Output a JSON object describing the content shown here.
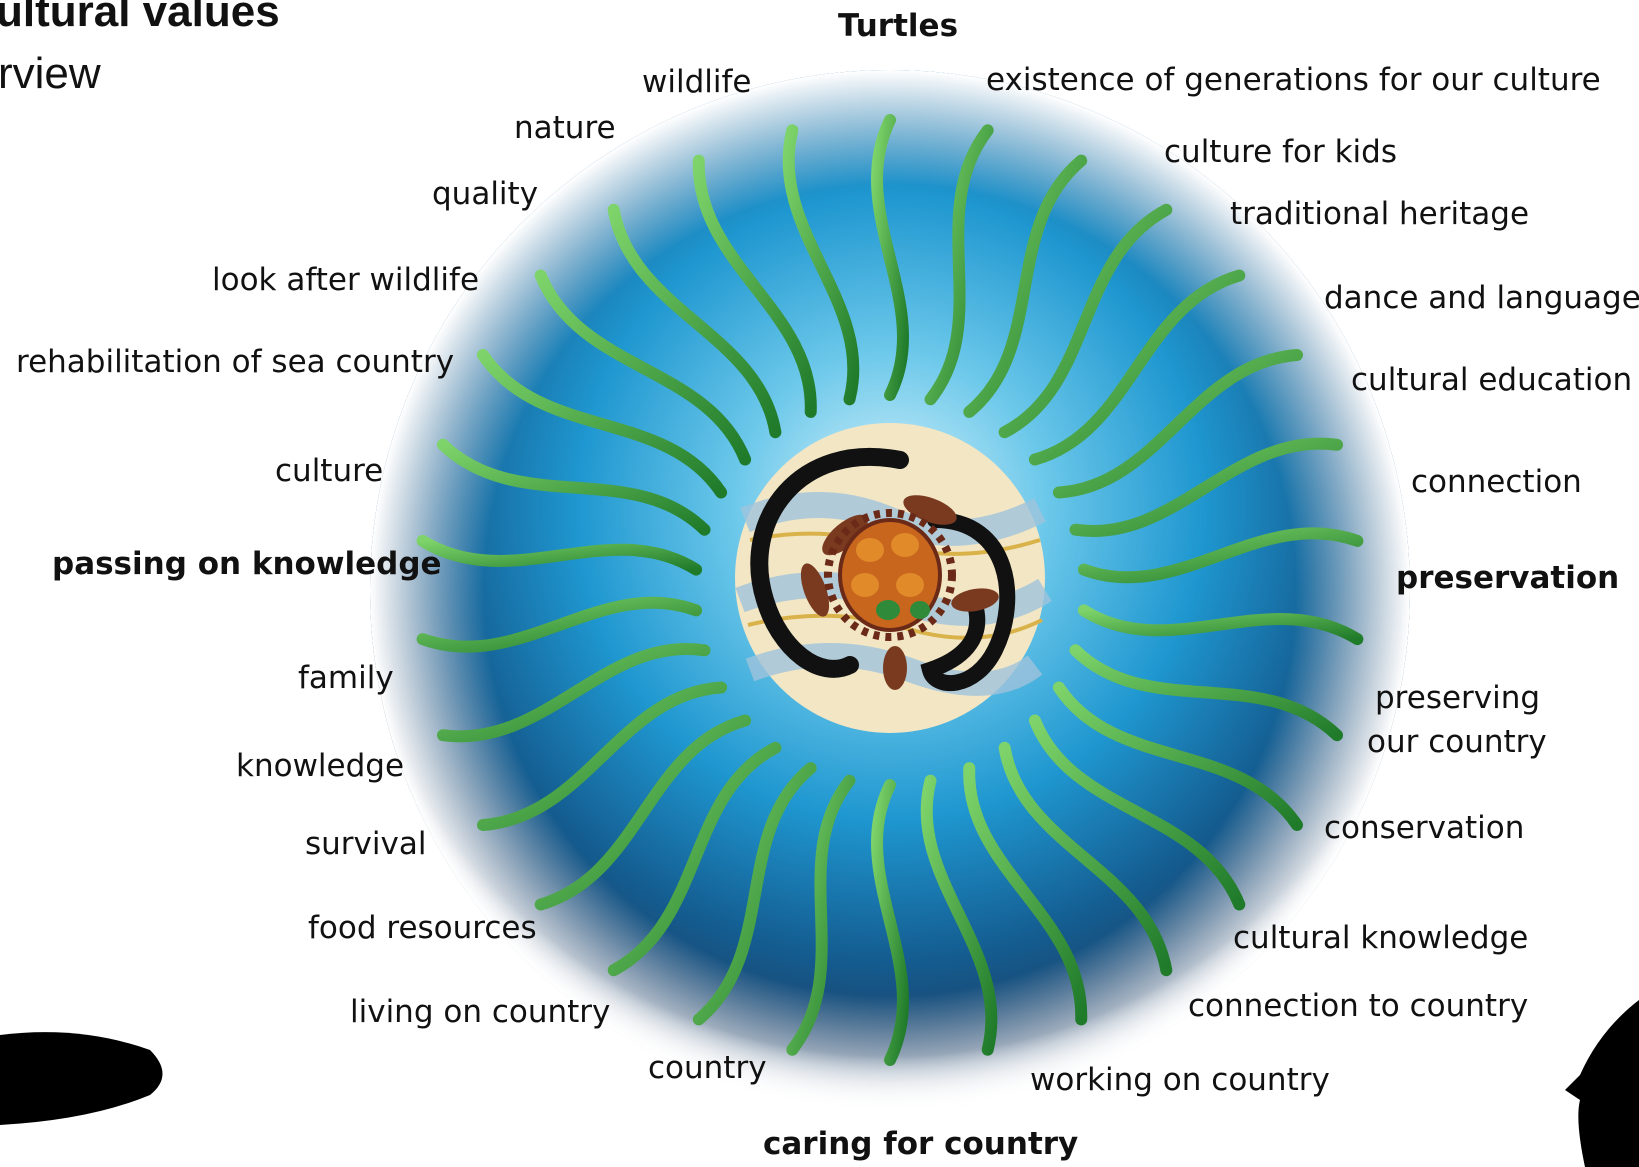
{
  "header": {
    "title_line1": "ultural values",
    "title_line2": "rview"
  },
  "center": {
    "emblem": "turtle-emblem-icon",
    "colors": {
      "water_light": "#bfe9f6",
      "water_mid": "#2aa6d8",
      "water_dark": "#0f3d66",
      "leaf_green": "#3fae3a",
      "turtle_brown": "#7a3a20",
      "emblem_bg": "#f2e6c4"
    }
  },
  "labels": {
    "turtles": "Turtles",
    "wildlife": "wildlife",
    "nature": "nature",
    "quality": "quality",
    "look_after_wildlife": "look after wildlife",
    "rehabilitation": "rehabilitation of sea country",
    "culture": "culture",
    "passing_on_knowledge": "passing on knowledge",
    "family": "family",
    "knowledge": "knowledge",
    "survival": "survival",
    "food_resources": "food resources",
    "living_on_country": "living on country",
    "country": "country",
    "caring_for_country": "caring for country",
    "working_on_country": "working on country",
    "connection_to_country": "connection to country",
    "cultural_knowledge": "cultural knowledge",
    "conservation": "conservation",
    "preserving_line1": "preserving",
    "preserving_line2": "our country",
    "preservation": "preservation",
    "connection": "connection",
    "cultural_education": "cultural education",
    "dance_and_language": "dance and language",
    "traditional_heritage": "traditional heritage",
    "culture_for_kids": "culture for kids",
    "existence": "existence of generations for our culture"
  },
  "corners": {
    "left_shape": "black-silhouette-icon",
    "right_shape": "black-silhouette-icon"
  }
}
